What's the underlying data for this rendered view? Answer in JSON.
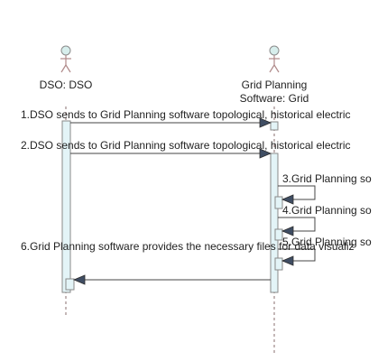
{
  "actors": {
    "dso": {
      "label": "DSO: DSO"
    },
    "grid": {
      "label_line1": "Grid Planning",
      "label_line2": "Software: Grid"
    }
  },
  "messages": {
    "m1": "1.DSO sends to Grid Planning software topological, historical electric",
    "m2": "2.DSO sends to Grid Planning software topological, historical electric",
    "m3": "3.Grid Planning so",
    "m4": "4.Grid Planning so",
    "m5": "5.Grid Planning so",
    "m6": "6.Grid Planning software provides the necessary files for data visualiz"
  }
}
